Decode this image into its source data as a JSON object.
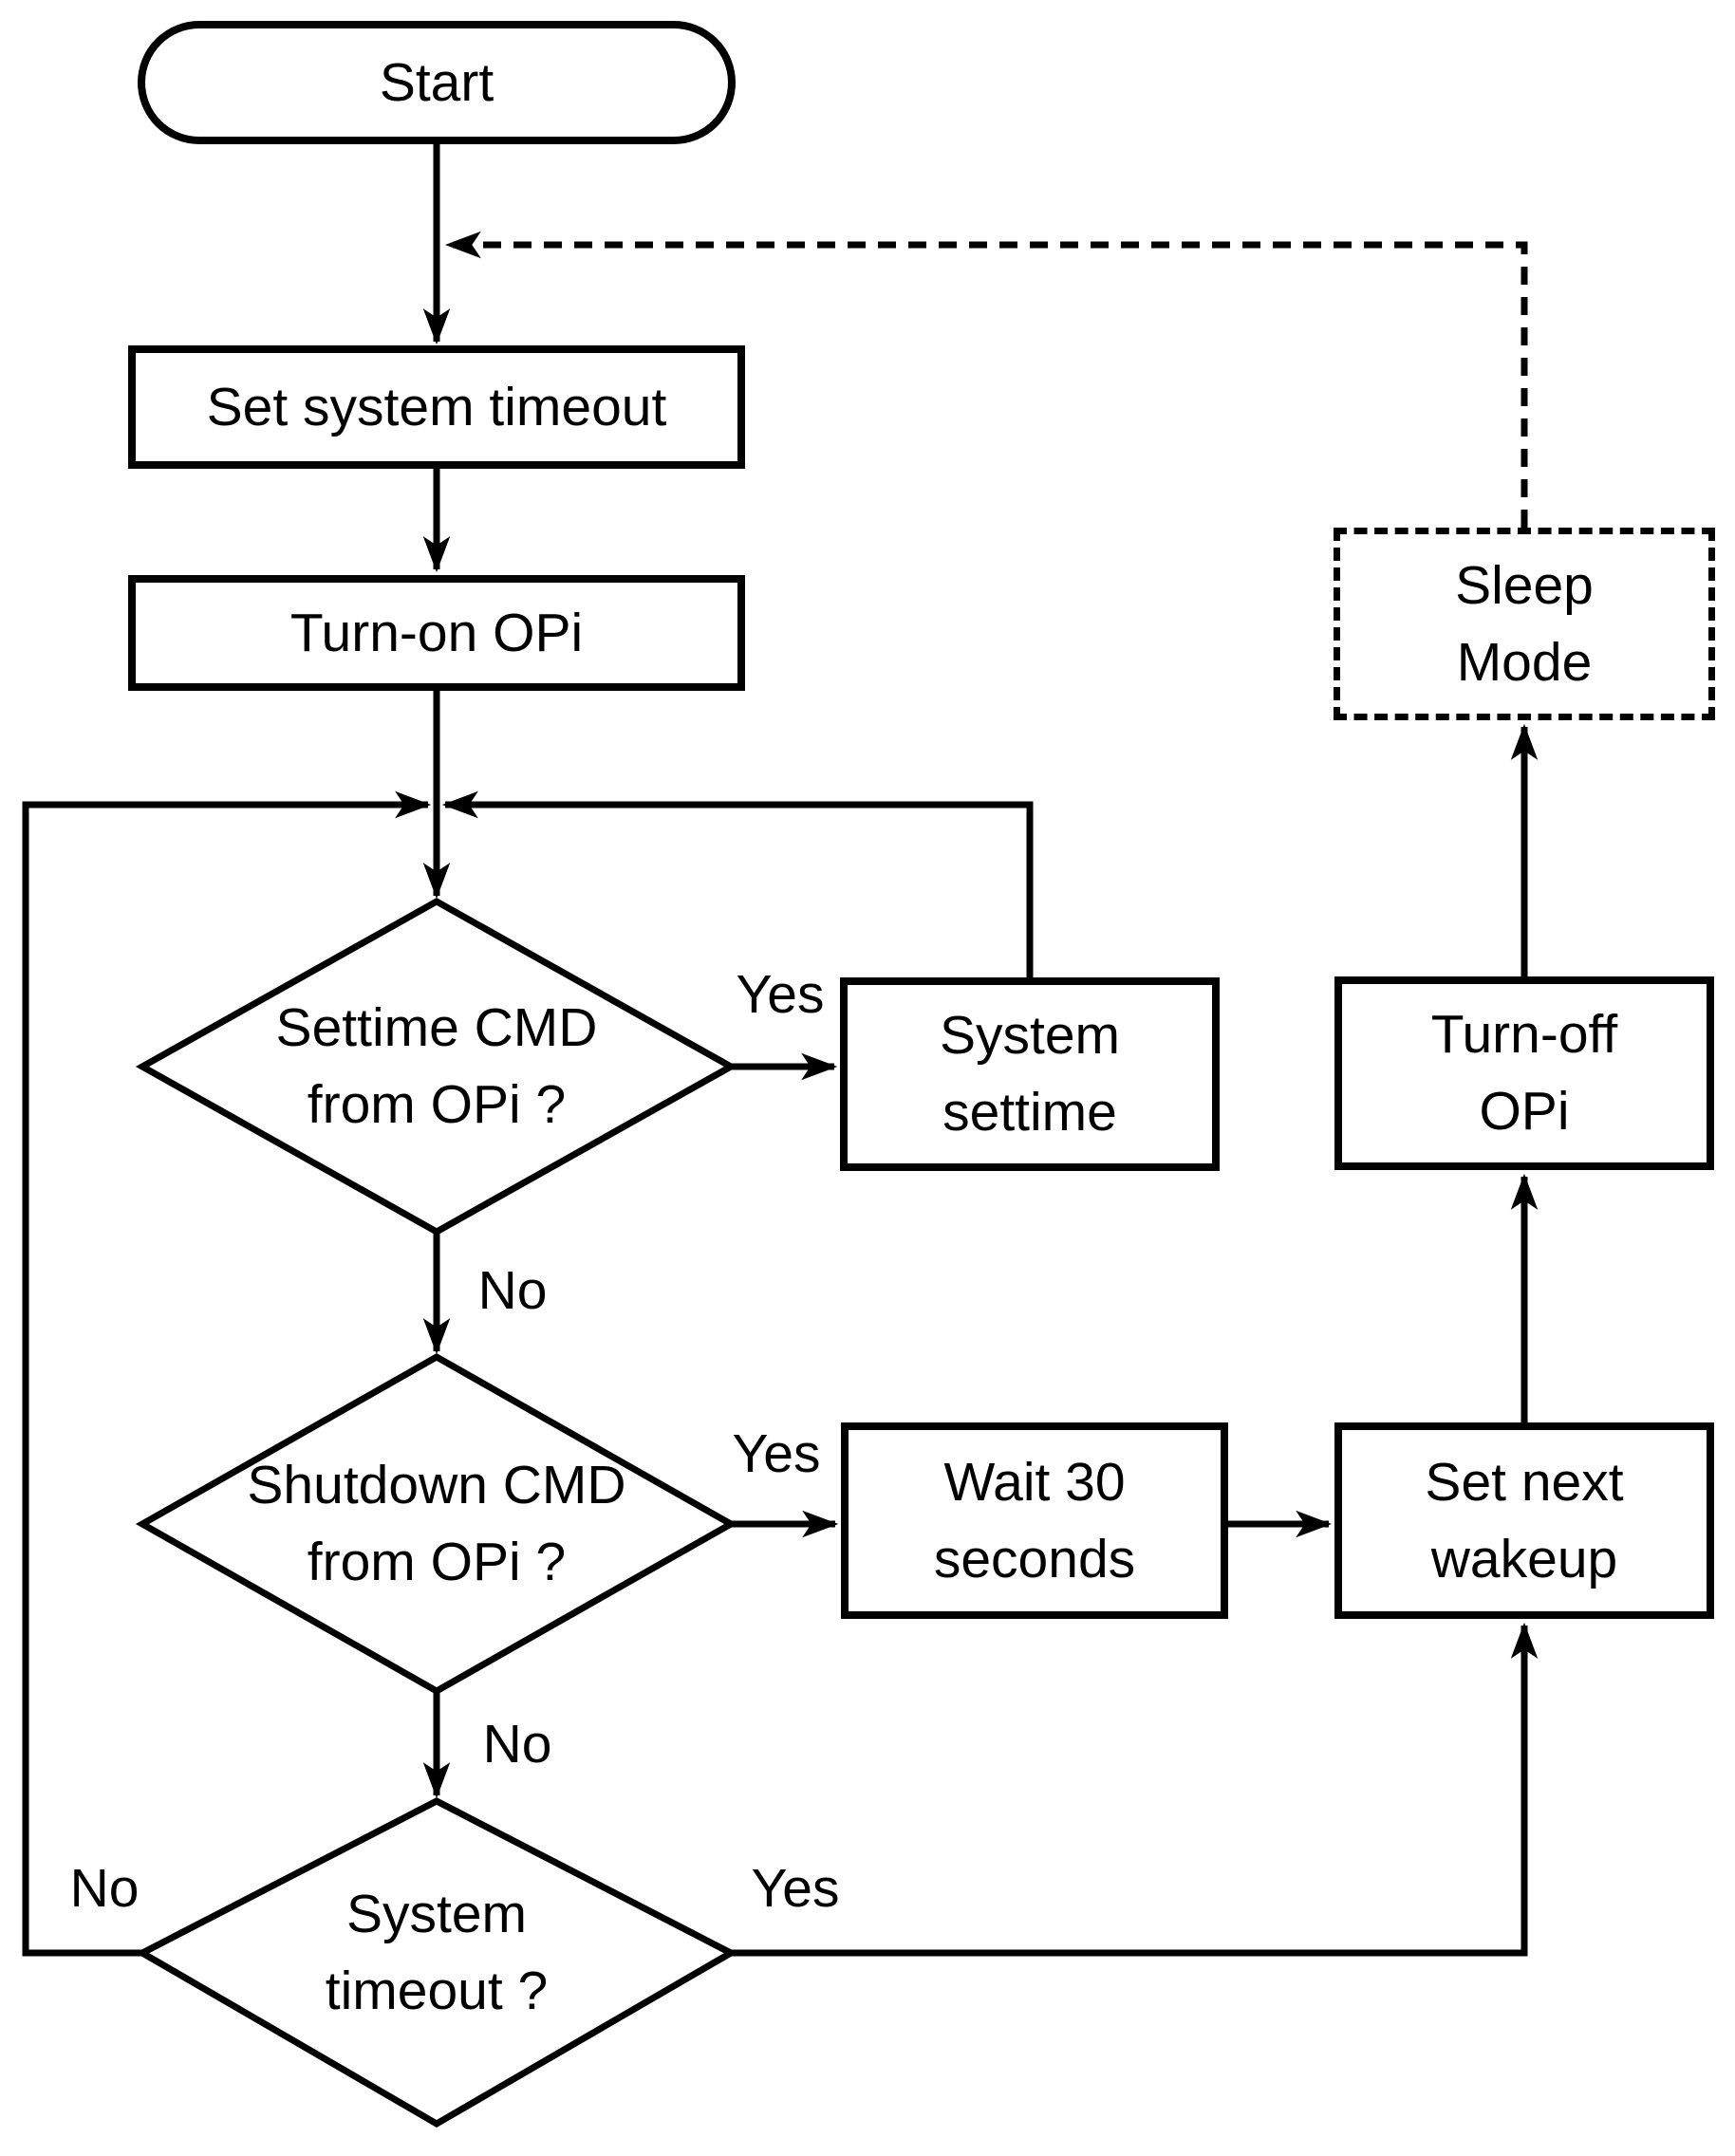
{
  "colors": {
    "ink": "#000000",
    "paper": "#ffffff"
  },
  "nodes": {
    "start": {
      "type": "terminator",
      "label": "Start"
    },
    "set_timeout": {
      "type": "process",
      "label": "Set system timeout"
    },
    "turn_on": {
      "type": "process",
      "label": "Turn-on OPi"
    },
    "settime_decision": {
      "type": "decision",
      "label": "Settime CMD\nfrom OPi ?"
    },
    "system_settime": {
      "type": "process",
      "label": "System\nsettime"
    },
    "sleep_mode": {
      "type": "process-dashed",
      "label": "Sleep\nMode"
    },
    "turn_off": {
      "type": "process",
      "label": "Turn-off\nOPi"
    },
    "shutdown_decision": {
      "type": "decision",
      "label": "Shutdown CMD\nfrom OPi ?"
    },
    "wait_30": {
      "type": "process",
      "label": "Wait 30\nseconds"
    },
    "set_next_wakeup": {
      "type": "process",
      "label": "Set next\nwakeup"
    },
    "timeout_decision": {
      "type": "decision",
      "label": "System\ntimeout ?"
    }
  },
  "edge_labels": {
    "settime_yes": "Yes",
    "settime_no": "No",
    "shutdown_yes": "Yes",
    "shutdown_no": "No",
    "timeout_yes": "Yes",
    "timeout_no": "No"
  }
}
